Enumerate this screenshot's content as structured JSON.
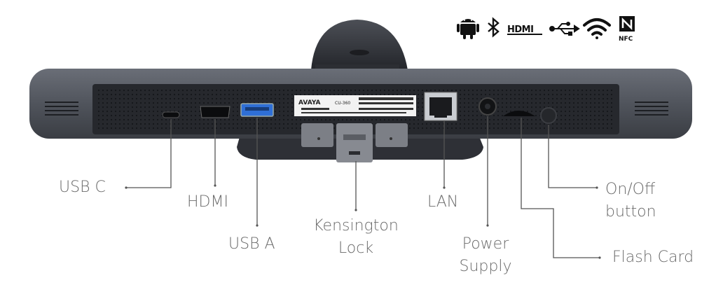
{
  "device": {
    "brand_label": "AVAYA",
    "model_label": "CU-360"
  },
  "feature_icons": [
    {
      "name": "android-icon"
    },
    {
      "name": "bluetooth-icon"
    },
    {
      "name": "hdmi-logo-icon",
      "text": "HDMI"
    },
    {
      "name": "usb-icon"
    },
    {
      "name": "wifi-icon"
    },
    {
      "name": "nfc-icon",
      "text": "NFC"
    }
  ],
  "labels": {
    "usb_c": "USB C",
    "hdmi": "HDMI",
    "usb_a": "USB A",
    "kensington_line1": "Kensington",
    "kensington_line2": "Lock",
    "lan": "LAN",
    "power_line1": "Power",
    "power_line2": "Supply",
    "onoff_line1": "On/Off",
    "onoff_line2": "button",
    "flash_card": "Flash Card"
  },
  "colors": {
    "body": "#5a5e66",
    "panel": "#2a2c31",
    "label": "#6b6b6b",
    "leader": "#555555",
    "usb_a_port": "#2f6fd6"
  }
}
